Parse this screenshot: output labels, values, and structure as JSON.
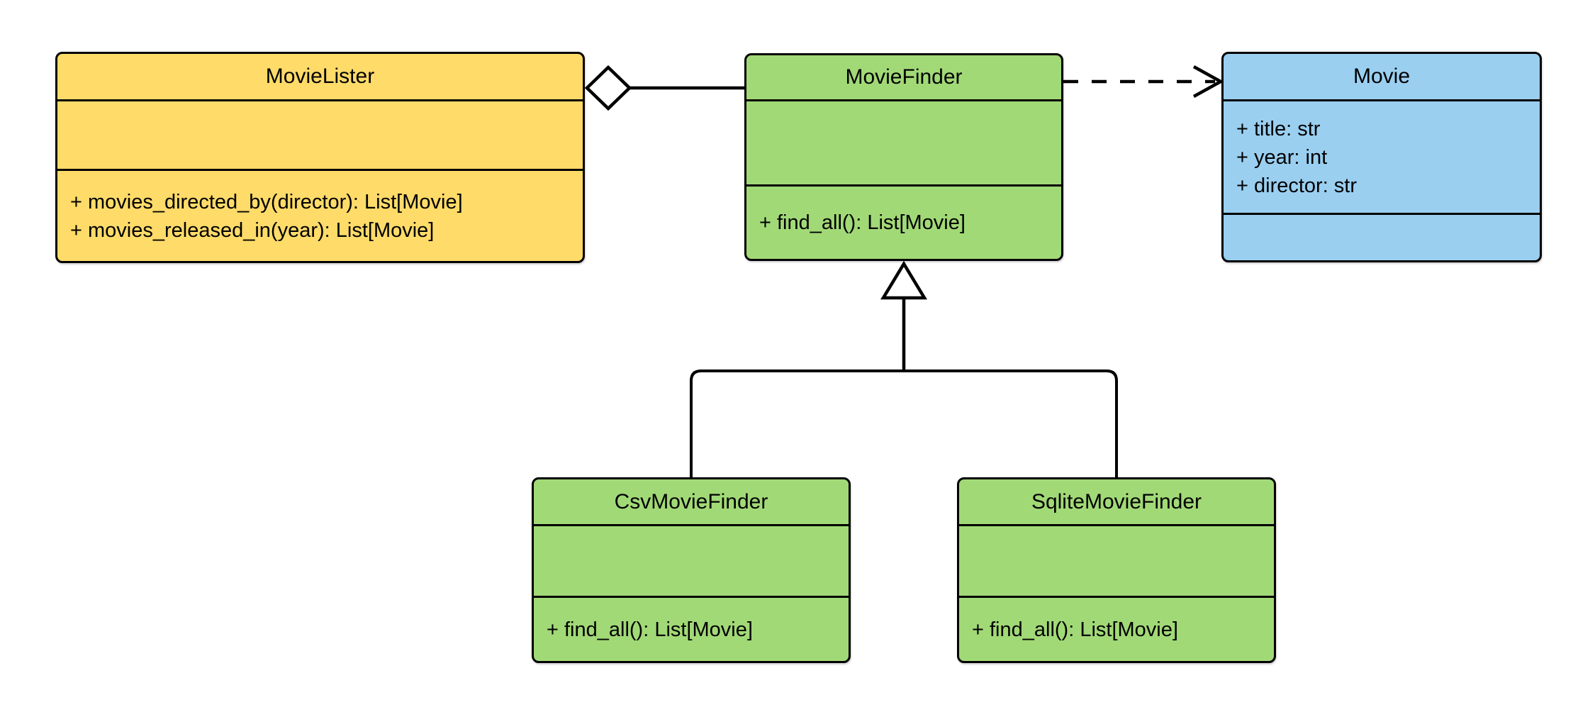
{
  "diagram": {
    "kind": "uml-class-diagram",
    "classes": {
      "movie_lister": {
        "name": "MovieLister",
        "attributes": [],
        "methods": [
          "+ movies_directed_by(director): List[Movie]",
          "+ movies_released_in(year): List[Movie]"
        ],
        "fill": "#FFDB69"
      },
      "movie_finder": {
        "name": "MovieFinder",
        "attributes": [],
        "methods": [
          "+ find_all(): List[Movie]"
        ],
        "fill": "#A2D977"
      },
      "movie": {
        "name": "Movie",
        "attributes": [
          "+ title: str",
          "+ year: int",
          "+ director: str"
        ],
        "methods": [],
        "fill": "#9ACFF0"
      },
      "csv_movie_finder": {
        "name": "CsvMovieFinder",
        "attributes": [],
        "methods": [
          "+ find_all(): List[Movie]"
        ],
        "fill": "#A2D977"
      },
      "sqlite_movie_finder": {
        "name": "SqliteMovieFinder",
        "attributes": [],
        "methods": [
          "+ find_all(): List[Movie]"
        ],
        "fill": "#A2D977"
      }
    },
    "relationships": [
      {
        "type": "aggregation",
        "owner": "MovieLister",
        "part": "MovieFinder"
      },
      {
        "type": "dependency",
        "from": "MovieFinder",
        "to": "Movie"
      },
      {
        "type": "generalization",
        "child": "CsvMovieFinder",
        "parent": "MovieFinder"
      },
      {
        "type": "generalization",
        "child": "SqliteMovieFinder",
        "parent": "MovieFinder"
      }
    ],
    "colors": {
      "class_yellow": "#FFDB69",
      "class_green": "#A2D977",
      "class_blue": "#9ACFF0",
      "stroke": "#000000",
      "background": "#FFFFFF"
    }
  }
}
